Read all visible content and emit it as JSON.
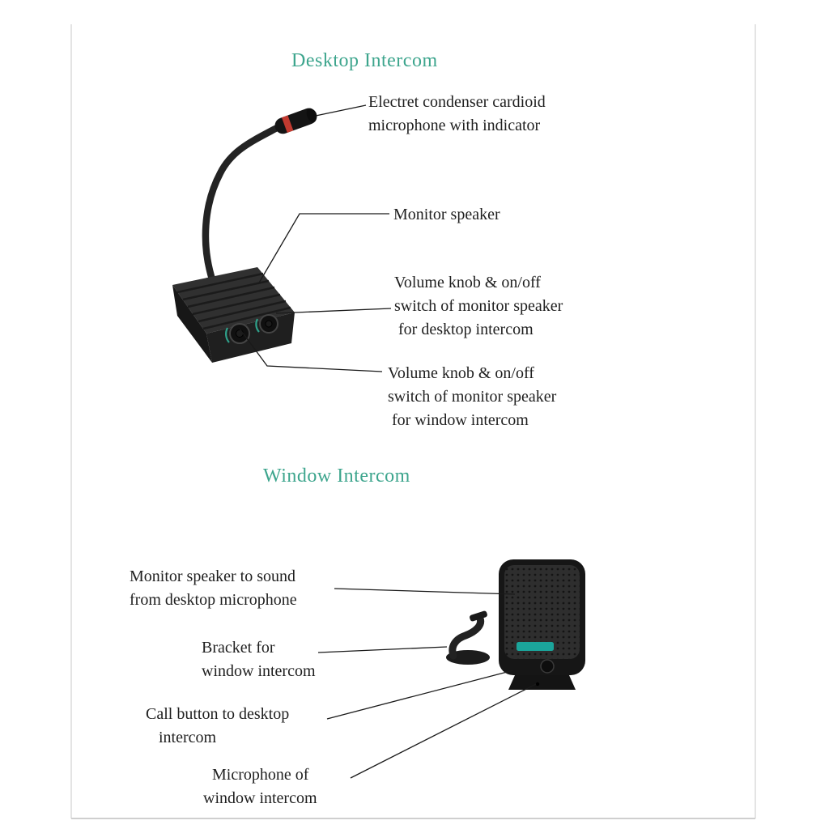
{
  "page": {
    "background": "#ffffff",
    "accent_color": "#3da58d",
    "text_color": "#1f1f1f",
    "line_color": "#1a1a1a",
    "indicator_color": "#c23a30",
    "badge_color": "#1ba59b"
  },
  "desktop_section": {
    "title": "Desktop Intercom",
    "labels": {
      "microphone": {
        "line1": "Electret condenser cardioid",
        "line2": "microphone with indicator"
      },
      "monitor_speaker": {
        "line1": "Monitor speaker"
      },
      "volume_desktop": {
        "line1": "Volume knob & on/off",
        "line2": "switch of monitor speaker",
        "line3": "for desktop intercom"
      },
      "volume_window": {
        "line1": "Volume knob & on/off",
        "line2": "switch of monitor speaker",
        "line3": "for window intercom"
      }
    }
  },
  "window_section": {
    "title": "Window Intercom",
    "labels": {
      "monitor_speaker": {
        "line1": "Monitor speaker to sound",
        "line2": "from desktop microphone"
      },
      "bracket": {
        "line1": "Bracket for",
        "line2": "window intercom"
      },
      "call_button": {
        "line1": "Call button to desktop",
        "line2": "intercom"
      },
      "microphone": {
        "line1": "Microphone of",
        "line2": "window intercom"
      }
    }
  }
}
